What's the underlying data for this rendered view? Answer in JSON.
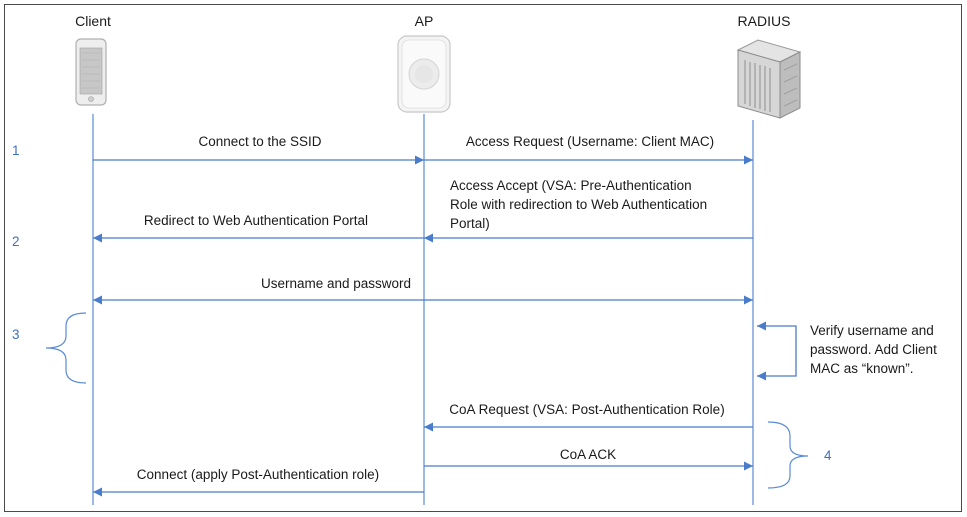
{
  "actors": {
    "client": "Client",
    "ap": "AP",
    "radius": "RADIUS"
  },
  "steps": {
    "s1": "1",
    "s2": "2",
    "s3": "3",
    "s4": "4"
  },
  "messages": {
    "m1": "Connect to the SSID",
    "m2": "Access Request (Username: Client MAC)",
    "m3_l1": "Access Accept (VSA: Pre-Authentication",
    "m3_l2": "Role with redirection to Web Authentication",
    "m3_l3": "Portal)",
    "m4": "Redirect to Web Authentication Portal",
    "m5": "Username and password",
    "m6_l1": "Verify username and",
    "m6_l2": "password. Add Client",
    "m6_l3": "MAC as “known”.",
    "m7": "CoA Request (VSA: Post-Authentication Role)",
    "m8": "CoA ACK",
    "m9": "Connect (apply Post-Authentication role)"
  },
  "colors": {
    "line": "#4a7ccc",
    "step": "#3f6fc2"
  }
}
